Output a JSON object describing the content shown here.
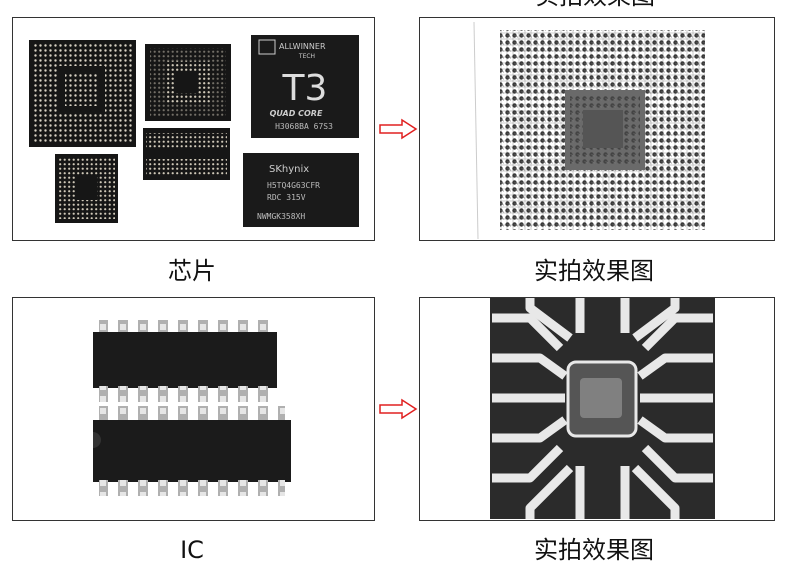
{
  "captions": {
    "top_right": "实拍效果图",
    "row1_left": "芯片",
    "row1_right": "实拍效果图",
    "row2_left": "IC",
    "row2_right": "实拍效果图"
  },
  "chips": {
    "allwinner_brand": "ALLWINNER",
    "allwinner_sub": "TECH",
    "allwinner_model": "T3",
    "allwinner_quad": "QUAD CORE",
    "allwinner_code": "H3068BA 67S3",
    "hynix_brand": "SKhynix",
    "hynix_line1": "H5TQ4G63CFR",
    "hynix_line2": "RDC 315V",
    "hynix_line3": "NWMGK358XH"
  },
  "colors": {
    "frame_border": "#333333",
    "arrow_red": "#e02020",
    "chip_black": "#161616"
  }
}
